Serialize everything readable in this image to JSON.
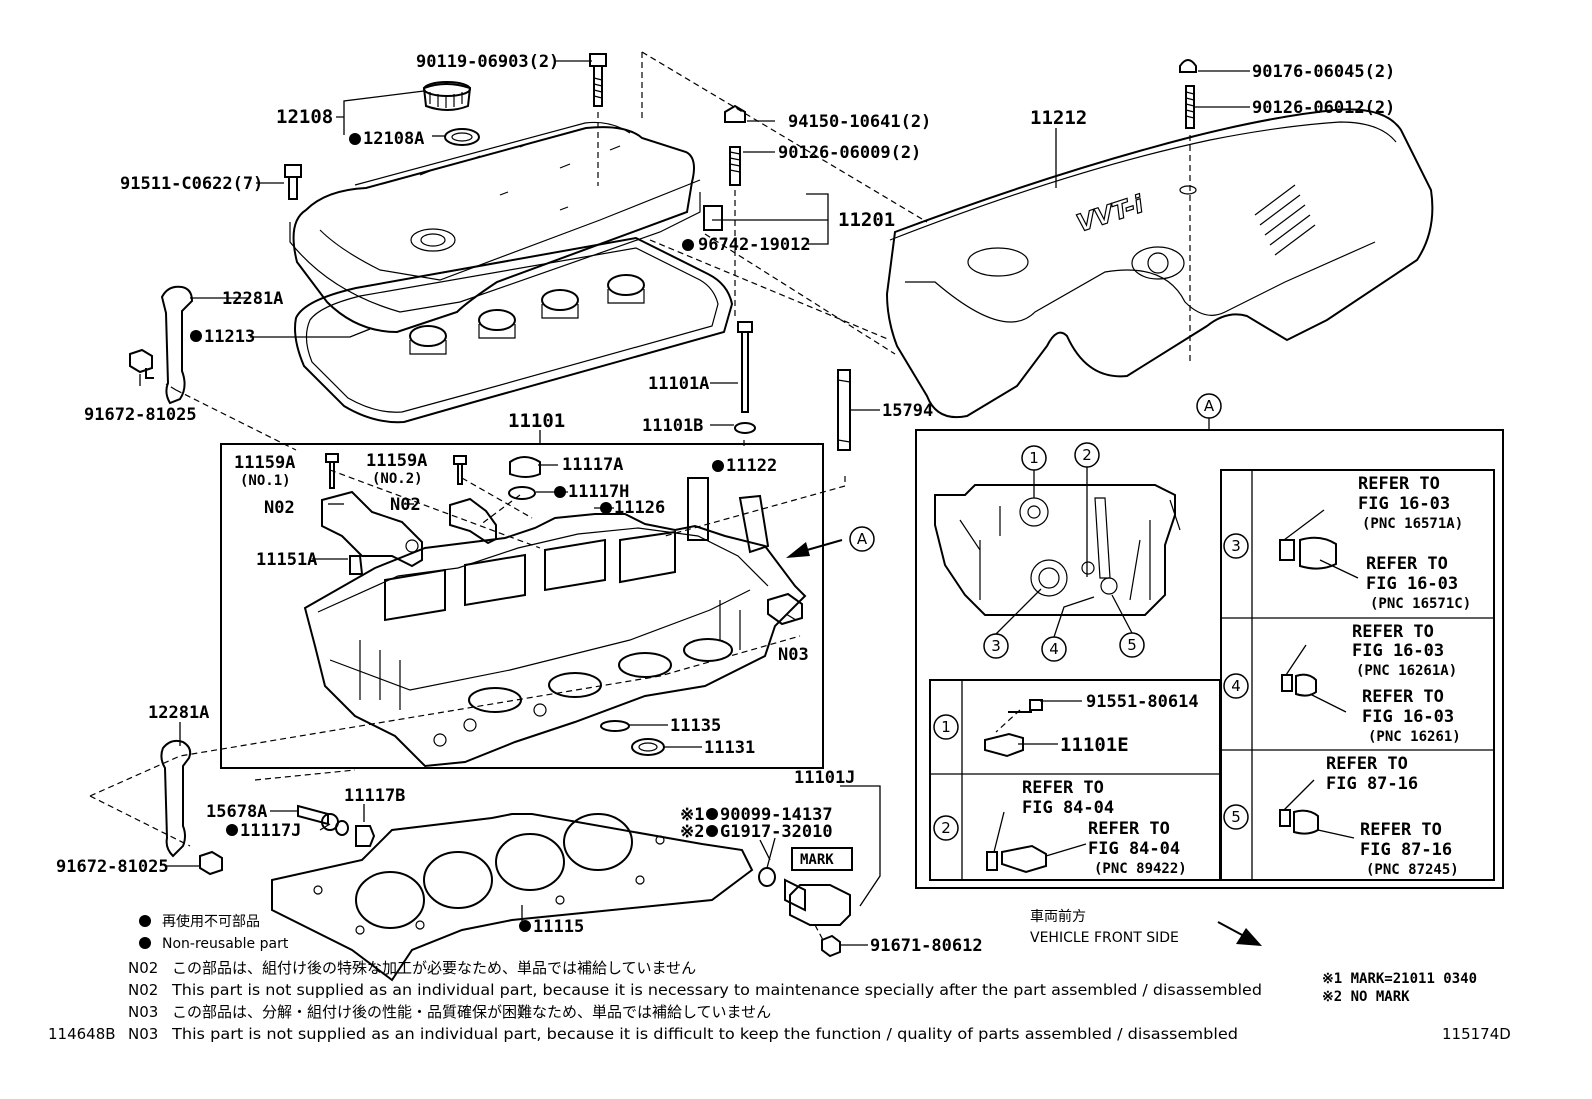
{
  "labels": {
    "p12108": "12108",
    "p12108A": "12108A",
    "p90119": "90119-06903(2)",
    "p91511": "91511-C0622(7)",
    "p94150": "94150-10641(2)",
    "p90126_09": "90126-06009(2)",
    "p11201": "11201",
    "p96742": "96742-19012",
    "p12281A_top": "12281A",
    "p11213": "11213",
    "p91672_top": "91672-81025",
    "p11101A": "11101A",
    "p11101B": "11101B",
    "p15794": "15794",
    "p11101": "11101",
    "p11159A_1": "11159A",
    "p11159A_1_sub": "(NO.1)",
    "p11159A_2": "11159A",
    "p11159A_2_sub": "(NO.2)",
    "p11117A": "11117A",
    "p11117H": "11117H",
    "p11122": "11122",
    "p11126": "11126",
    "p_n02_1": "N02",
    "p_n02_2": "N02",
    "p11151A": "11151A",
    "p_arrowA": "A",
    "p_n03": "N03",
    "p11135": "11135",
    "p11131": "11131",
    "p12281A_bot": "12281A",
    "p15678A": "15678A",
    "p11117B": "11117B",
    "p11117J": "11117J",
    "p91672_bot": "91672-81025",
    "p11115": "11115",
    "p11101J": "11101J",
    "p90099": "90099-14137",
    "p90099_mark": "※1",
    "pG1917": "G1917-32010",
    "pG1917_mark": "※2",
    "p_mark": "MARK",
    "p91671": "91671-80612",
    "p90176": "90176-06045(2)",
    "p90126_12": "90126-06012(2)",
    "p11212": "11212"
  },
  "detail": {
    "title": "A",
    "callouts": [
      "1",
      "2",
      "3",
      "4",
      "5"
    ],
    "r1_num": "1",
    "r1_part1": "91551-80614",
    "r1_part2": "11101E",
    "r2_num": "2",
    "r2_ref1_l1": "REFER TO",
    "r2_ref1_l2": "FIG 84-04",
    "r2_ref2_l1": "REFER TO",
    "r2_ref2_l2": "FIG 84-04",
    "r2_ref2_l3": "(PNC 89422)",
    "r3_num": "3",
    "r3_a_l1": "REFER TO",
    "r3_a_l2": "FIG 16-03",
    "r3_a_l3": "(PNC 16571A)",
    "r3_b_l1": "REFER TO",
    "r3_b_l2": "FIG 16-03",
    "r3_b_l3": "(PNC 16571C)",
    "r4_num": "4",
    "r4_a_l1": "REFER TO",
    "r4_a_l2": "FIG 16-03",
    "r4_a_l3": "(PNC 16261A)",
    "r4_b_l1": "REFER TO",
    "r4_b_l2": "FIG 16-03",
    "r4_b_l3": "(PNC 16261)",
    "r5_num": "5",
    "r5_a_l1": "REFER TO",
    "r5_a_l2": "FIG 87-16",
    "r5_b_l1": "REFER TO",
    "r5_b_l2": "FIG 87-16",
    "r5_b_l3": "(PNC 87245)"
  },
  "legend": {
    "jp": "再使用不可部品",
    "en": "Non-reusable part"
  },
  "vehicle_front": {
    "jp": "車両前方",
    "en": "VEHICLE FRONT SIDE"
  },
  "cover_text": "VVT-i",
  "notes": {
    "n02_code": "N02",
    "n02_jp": "この部品は、組付け後の特殊な加工が必要なため、単品では補給していません",
    "n02b_code": "N02",
    "n02_en": "This part is not supplied as an individual part, because it is necessary to maintenance specially after the part assembled / disassembled",
    "n03_code": "N03",
    "n03_jp": "この部品は、分解・組付け後の性能・品質確保が困難なため、単品では補給していません",
    "n03b_code": "N03",
    "n03_en": "This part is not supplied as an individual part, because it is difficult to keep the function / quality of parts  assembled / disassembled"
  },
  "footnotes": {
    "m1": "※1 MARK=21011 0340",
    "m2": "※2 NO MARK"
  },
  "ids": {
    "left": "114648B",
    "right": "115174D"
  }
}
